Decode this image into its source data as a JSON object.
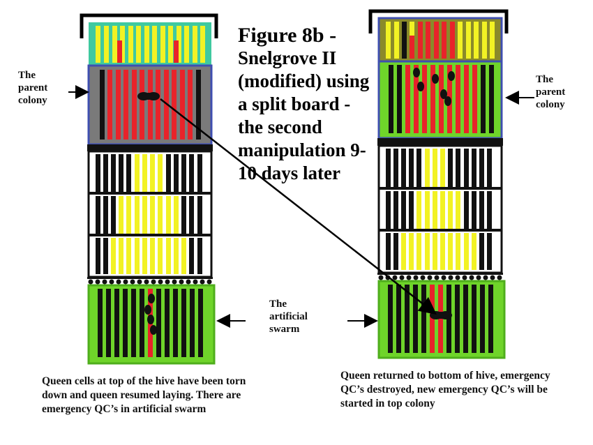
{
  "title": {
    "line1": "Figure 8b -",
    "rest": "Snelgrove II (modified) using a split board - the second manipulation 9-10 days later"
  },
  "labels": {
    "left_parent": "The parent colony",
    "right_parent": "The parent colony",
    "artificial_swarm": "The artificial swarm"
  },
  "captions": {
    "left": "Queen cells at top of the hive have been torn down and queen resumed laying. There are emergency QC’s in artificial swarm",
    "right": "Queen returned to bottom of hive, emergency QC’s destroyed, new emergency QC’s will be started in top colony"
  },
  "colors": {
    "brood": "#e8232a",
    "honey": "#f2f224",
    "frame": "#111111",
    "green": "#6fd42a",
    "blue_outline": "#3f4fb0",
    "teal": "#3fc9a0",
    "grey": "#7a7a7a",
    "olive": "#8a8a2a"
  },
  "icons": {
    "queen": "queen-bee-icon",
    "arrow": "arrow-icon"
  }
}
